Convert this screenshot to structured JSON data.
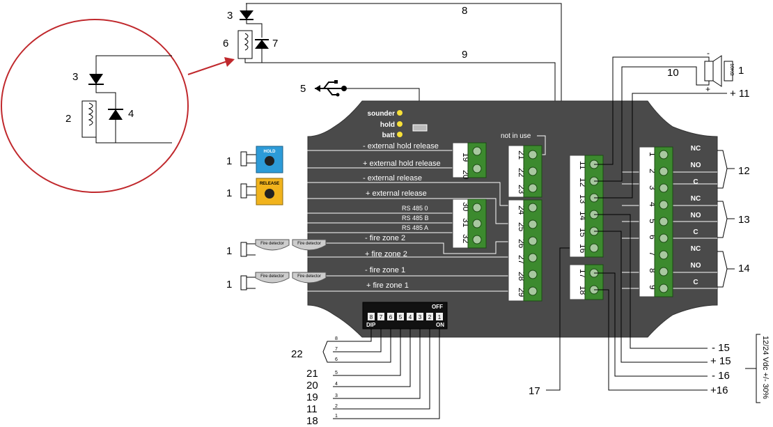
{
  "callouts": {
    "n1": "1",
    "n2": "2",
    "n3": "3",
    "n4": "4",
    "n5": "5",
    "n6": "6",
    "n7": "7",
    "n8": "8",
    "n9": "9",
    "n10": "10",
    "n11": "11",
    "n12": "12",
    "n13": "13",
    "n14": "14",
    "n15": "15",
    "n16": "16",
    "n17": "17",
    "n18": "18",
    "n19": "19",
    "n20": "20",
    "n21": "21",
    "n22": "22",
    "plus11": "+ 11",
    "minus15": "- 15",
    "plus15": "+ 15",
    "minus16": "- 16",
    "plus16": "+16"
  },
  "leds": {
    "sounder": "sounder",
    "hold": "hold",
    "batt": "batt"
  },
  "labels": {
    "not_in_use": "not in use",
    "ext_hold_release_minus": "- external hold release",
    "ext_hold_release_plus": "+ external hold release",
    "ext_release_minus": "- external release",
    "ext_release_plus": "+ external release",
    "rs485_0": "RS 485 0",
    "rs485_b": "RS 485 B",
    "rs485_a": "RS 485 A",
    "fire_zone_2_minus": "-  fire zone 2",
    "fire_zone_2_plus": "+ fire zone 2",
    "fire_zone_1_minus": "-  fire zone 1",
    "fire_zone_1_plus": "+ fire zone 1",
    "hold_button": "HOLD",
    "release_button": "RELEASE",
    "fire_detector": "Fire detector",
    "resistor": "10KΩ",
    "speaker_minus": "-",
    "speaker_plus": "+",
    "supply": "12/24 Vdc +/- 30%"
  },
  "terminals": {
    "a": [
      "19",
      "20"
    ],
    "b": [
      "21",
      "22",
      "23"
    ],
    "c": [
      "30",
      "31",
      "32"
    ],
    "d": [
      "24",
      "25",
      "26",
      "27",
      "28",
      "29"
    ],
    "e": [
      "11",
      "12",
      "13",
      "14",
      "15",
      "16"
    ],
    "f": [
      "17",
      "18"
    ],
    "g": [
      "1",
      "2",
      "3",
      "4",
      "5",
      "6",
      "7",
      "8",
      "9"
    ]
  },
  "relay_contacts": [
    "NC",
    "NO",
    "C",
    "NC",
    "NO",
    "C",
    "NC",
    "NO",
    "C"
  ],
  "dip": {
    "off": "OFF",
    "on": "ON",
    "dip": "DIP",
    "switches": [
      "8",
      "7",
      "6",
      "5",
      "4",
      "3",
      "2",
      "1"
    ],
    "wires": [
      "8",
      "7",
      "6",
      "5",
      "4",
      "3",
      "2",
      "1"
    ]
  }
}
